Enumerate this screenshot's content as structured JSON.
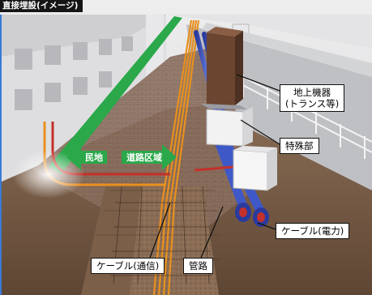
{
  "title": "直接埋設(イメージ)",
  "labels": {
    "ground_equipment_line1": "地上機器",
    "ground_equipment_line2": "(トランス等)",
    "special_section": "特殊部",
    "cable_power": "ケーブル(電力)",
    "cable_telecom": "ケーブル(通信)",
    "conduit": "管路",
    "private_land": "民地",
    "road_area": "道路区域"
  },
  "colors": {
    "title_bg": "#151515",
    "boundary_arrow": "#2aa84a",
    "conduit_blue": "#3f58c8",
    "cable_orange": "#e8901e",
    "cable_red": "#c4302a",
    "earth": "#7a5f48",
    "pavement": "#a9a9aa"
  }
}
